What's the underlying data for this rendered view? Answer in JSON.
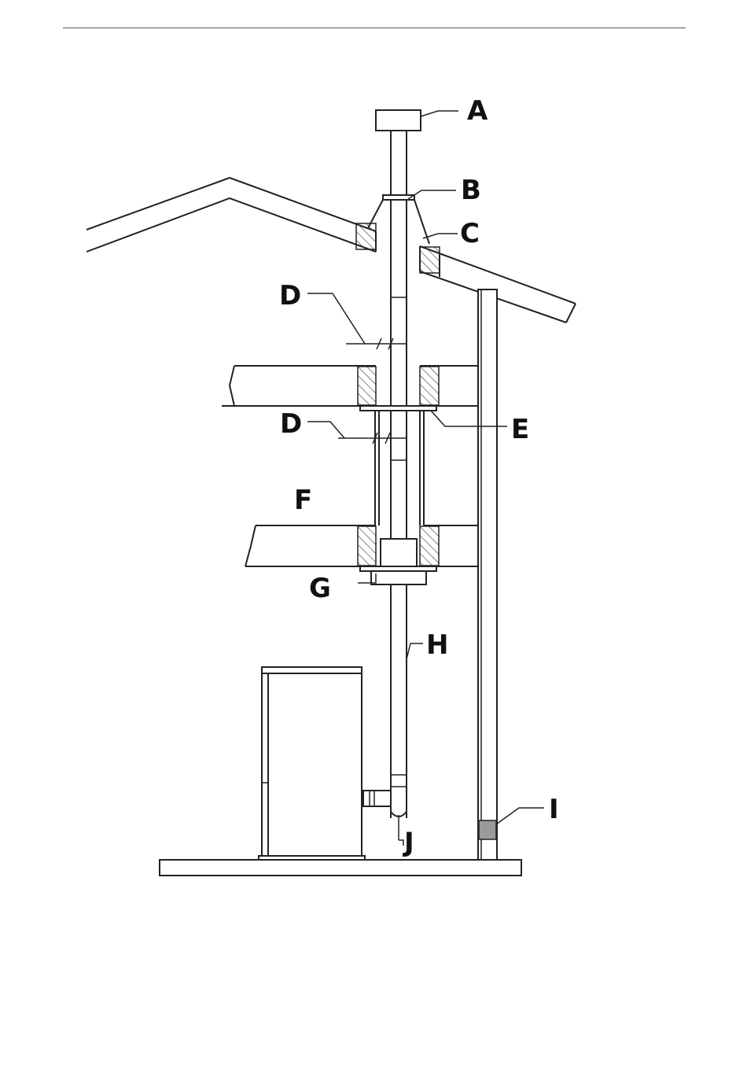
{
  "labels": {
    "a": "A",
    "b": "B",
    "c": "C",
    "d1": "D",
    "d2": "D",
    "e": "E",
    "f": "F",
    "g": "G",
    "h": "H",
    "i": "I",
    "j": "J"
  },
  "colors": {
    "line": "#222222",
    "hatch": "#444444",
    "gray_band": "#9a9a9a",
    "background": "#ffffff"
  }
}
